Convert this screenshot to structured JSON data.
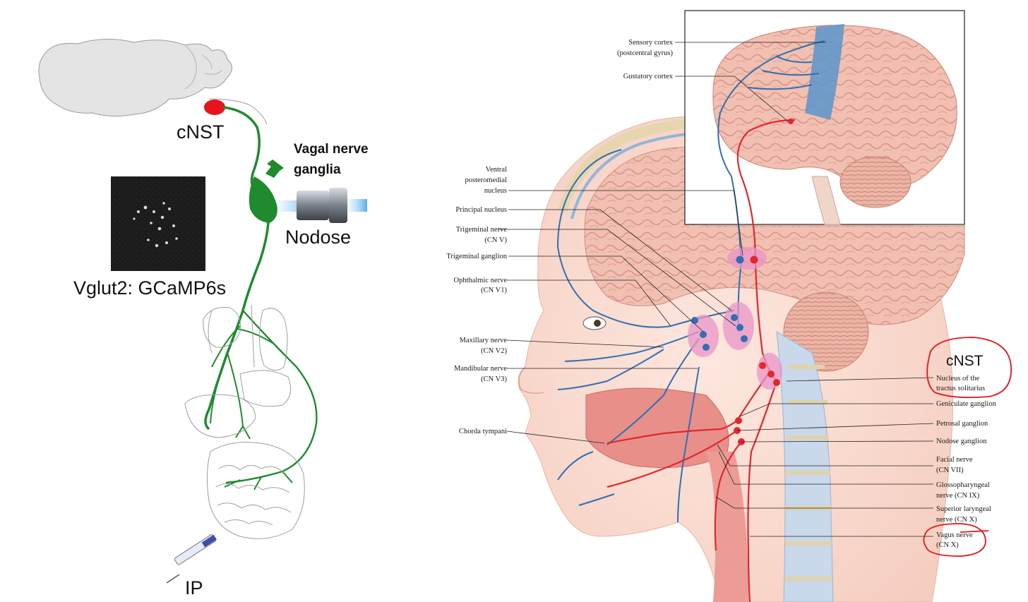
{
  "left_panel": {
    "cnst": "cNST",
    "vagal_line1": "Vagal nerve",
    "vagal_line2": "ganglia",
    "nodose": "Nodose",
    "vglut": "Vglut2: GCaMP6s",
    "ip": "IP"
  },
  "right_panel": {
    "handwritten_cnst": "cNST",
    "labels_left": {
      "vpm_1": "Ventral",
      "vpm_2": "posteromedial",
      "vpm_3": "nucleus",
      "principal": "Principal nucleus",
      "trigeminal_nerve_1": "Trigeminal nerve",
      "trigeminal_nerve_2": "(CN V)",
      "trigeminal_ganglion": "Trigeminal ganglion",
      "ophthalmic_1": "Ophthalmic nerve",
      "ophthalmic_2": "(CN V1)",
      "maxillary_1": "Maxillary nerve",
      "maxillary_2": "(CN V2)",
      "mandibular_1": "Mandibular nerve",
      "mandibular_2": "(CN V3)",
      "chorda": "Chorda tympani"
    },
    "labels_top": {
      "sensory_1": "Sensory cortex",
      "sensory_2": "(postcentral gyrus)",
      "gustatory": "Gustatory cortex"
    },
    "labels_right": {
      "nts_1": "Nucleus of the",
      "nts_2": "tractus solitarius",
      "geniculate": "Geniculate ganglion",
      "petrosal": "Petrosal ganglion",
      "nodose": "Nodose ganglion",
      "facial_1": "Facial nerve",
      "facial_2": "(CN VII)",
      "glosso_1": "Glossopharyngeal",
      "glosso_2": "nerve (CN IX)",
      "sup_lar_1": "Superior laryngeal",
      "sup_lar_2": "nerve (CN X)",
      "vagus_1": "Vagus nerve",
      "vagus_2": "(CN X)"
    }
  },
  "colors": {
    "green_nerve": "#1f8a2e",
    "blue_nerve": "#2f6fb3",
    "red_nerve": "#e3262d",
    "cnst_dot": "#e8141c",
    "annotation_red": "#e3141b",
    "brain_pink": "#f2c3b6",
    "cortex_blue": "#5b95cc"
  }
}
